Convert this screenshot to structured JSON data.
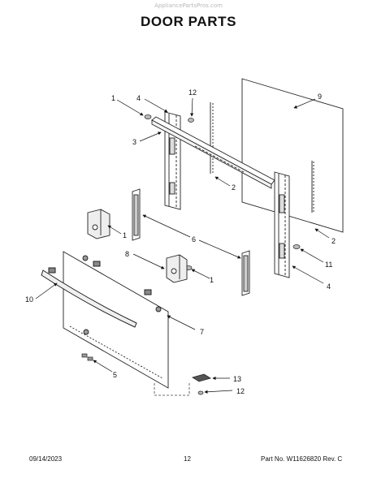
{
  "watermark": "AppliancePartsPros.com",
  "title": "DOOR PARTS",
  "footer": {
    "date": "09/14/2023",
    "page": "12",
    "part_rev": "Part No. W11626820  Rev. C"
  },
  "callouts": [
    {
      "id": "c1a",
      "label": "1"
    },
    {
      "id": "c4a",
      "label": "4"
    },
    {
      "id": "c12a",
      "label": "12"
    },
    {
      "id": "c9",
      "label": "9"
    },
    {
      "id": "c3",
      "label": "3"
    },
    {
      "id": "c2a",
      "label": "2"
    },
    {
      "id": "c2b",
      "label": "2"
    },
    {
      "id": "c1b",
      "label": "1"
    },
    {
      "id": "c6",
      "label": "6"
    },
    {
      "id": "c8",
      "label": "8"
    },
    {
      "id": "c1c",
      "label": "1"
    },
    {
      "id": "c11",
      "label": "11"
    },
    {
      "id": "c4b",
      "label": "4"
    },
    {
      "id": "c10",
      "label": "10"
    },
    {
      "id": "c7",
      "label": "7"
    },
    {
      "id": "c5",
      "label": "5"
    },
    {
      "id": "c13",
      "label": "13"
    },
    {
      "id": "c12b",
      "label": "12"
    }
  ]
}
